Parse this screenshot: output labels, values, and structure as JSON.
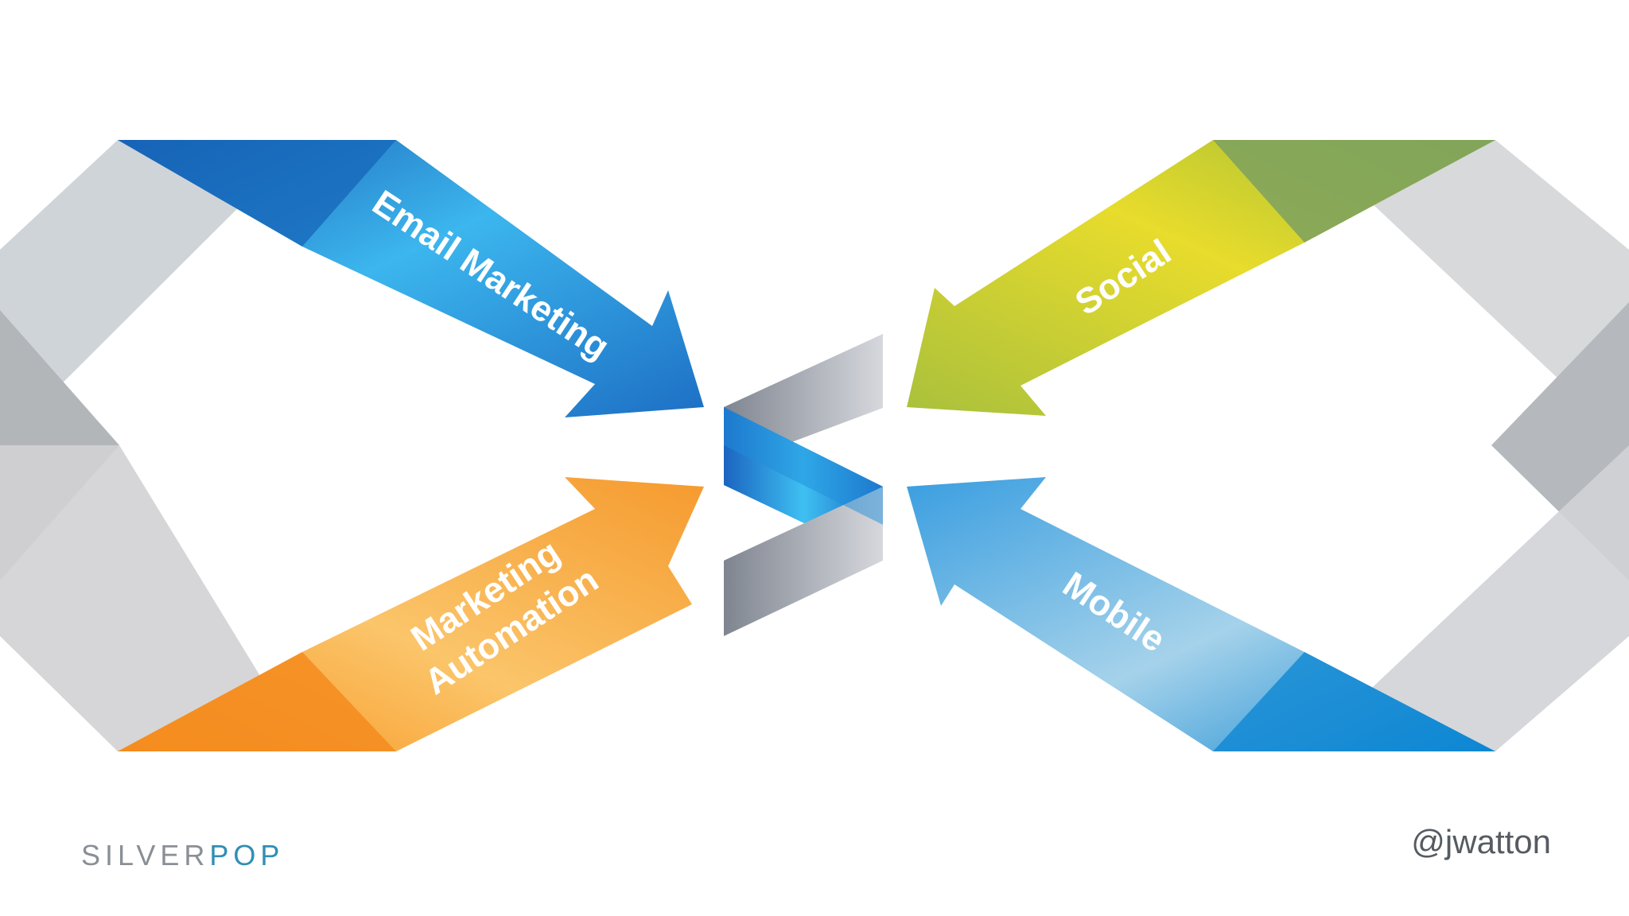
{
  "labels": {
    "email": "Email Marketing",
    "automation_line1": "Marketing",
    "automation_line2": "Automation",
    "social": "Social",
    "mobile": "Mobile"
  },
  "footer": {
    "brand_part1": "SILVER",
    "brand_part2": "POP",
    "handle": "@jwatton"
  },
  "colors": {
    "email_blue": "#1f78c8",
    "automation_orange": "#f5962b",
    "social_green": "#b7c63a",
    "mobile_blue": "#1b8fd6",
    "brand_gray": "#8a8f96",
    "brand_teal": "#2f8fb3"
  }
}
